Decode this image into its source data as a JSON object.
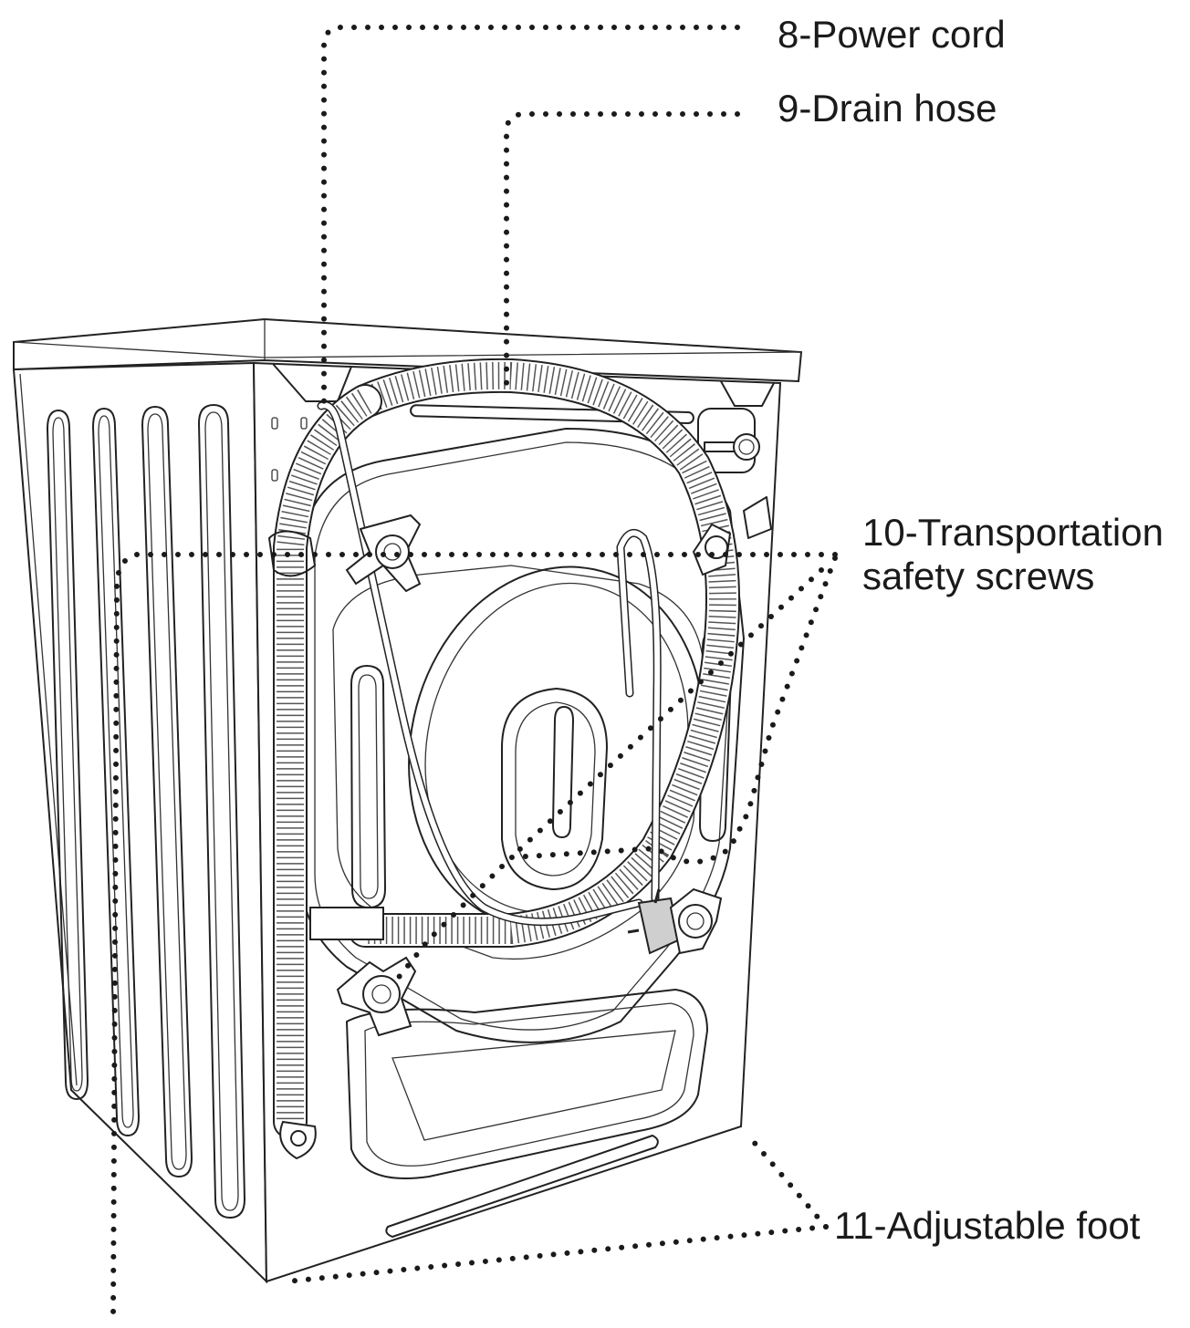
{
  "callouts": {
    "power_cord": "8-Power cord",
    "drain_hose": "9-Drain hose",
    "transport_screws_line1": "10-Transportation",
    "transport_screws_line2": "safety screws",
    "adjustable_foot": "11-Adjustable foot"
  },
  "colors": {
    "ink": "#1a1a1a",
    "background": "#ffffff",
    "plug_fill": "#cfcfcf"
  }
}
